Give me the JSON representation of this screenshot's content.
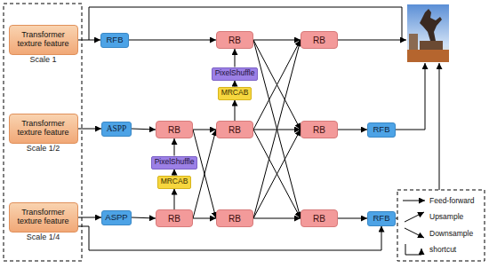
{
  "diagram": {
    "nodes": [
      {
        "text": [
          "Transformer texture feature",
          "Scale 1"
        ]
      },
      {
        "text": [
          "RFB"
        ]
      },
      {
        "text": [
          "RB"
        ]
      },
      {
        "text": [
          "RB"
        ]
      },
      {
        "text": [
          "PixelShuffle"
        ]
      },
      {
        "text": [
          "MRCAB"
        ]
      },
      {
        "text": [
          "Transformer texture feature",
          "Scale 1/2"
        ]
      },
      {
        "text": [
          "ASPP"
        ]
      },
      {
        "text": [
          "RB"
        ]
      },
      {
        "text": [
          "RB"
        ]
      },
      {
        "text": [
          "RB"
        ]
      },
      {
        "text": [
          "RFB"
        ]
      },
      {
        "text": [
          "PixelShuffle"
        ]
      },
      {
        "text": [
          "MRCAB"
        ]
      },
      {
        "text": [
          "Transformer texture feature",
          "Scale 1/4"
        ]
      },
      {
        "text": [
          "ASPP"
        ]
      },
      {
        "text": [
          "RB"
        ]
      },
      {
        "text": [
          "RB"
        ]
      },
      {
        "text": [
          "RB"
        ]
      },
      {
        "text": [
          "RFB"
        ]
      }
    ],
    "edges": [
      {
        "from": 0,
        "to": 1,
        "arrow": "to"
      },
      {
        "from": 1,
        "to": 2,
        "arrow": "to"
      },
      {
        "from": 2,
        "to": 3,
        "arrow": "to"
      },
      {
        "from": 2,
        "to": 10,
        "arrow": "to"
      },
      {
        "from": 2,
        "to": 18,
        "arrow": "to"
      },
      {
        "from": 5,
        "to": 4,
        "arrow": "to"
      },
      {
        "from": 4,
        "to": 2,
        "arrow": "to"
      },
      {
        "from": 6,
        "to": 7,
        "arrow": "to"
      },
      {
        "from": 7,
        "to": 8,
        "arrow": "to"
      },
      {
        "from": 8,
        "to": 9,
        "arrow": "to"
      },
      {
        "from": 8,
        "to": 17,
        "arrow": "to"
      },
      {
        "from": 9,
        "to": 5,
        "arrow": "to"
      },
      {
        "from": 9,
        "to": 3,
        "arrow": "to"
      },
      {
        "from": 9,
        "to": 10,
        "arrow": "to"
      },
      {
        "from": 9,
        "to": 18,
        "arrow": "to"
      },
      {
        "from": 10,
        "to": 11,
        "arrow": "to"
      },
      {
        "from": 13,
        "to": 12,
        "arrow": "to"
      },
      {
        "from": 12,
        "to": 8,
        "arrow": "to"
      },
      {
        "from": 14,
        "to": 15,
        "arrow": "to"
      },
      {
        "from": 14,
        "to": 19,
        "arrow": "to"
      },
      {
        "from": 15,
        "to": 16,
        "arrow": "to"
      },
      {
        "from": 16,
        "to": 13,
        "arrow": "to"
      },
      {
        "from": 16,
        "to": 9,
        "arrow": "to"
      },
      {
        "from": 16,
        "to": 17,
        "arrow": "to"
      },
      {
        "from": 17,
        "to": 3,
        "arrow": "to"
      },
      {
        "from": 17,
        "to": 10,
        "arrow": "to"
      },
      {
        "from": 17,
        "to": 18,
        "arrow": "to"
      },
      {
        "from": 18,
        "to": 19,
        "arrow": "to"
      }
    ],
    "legend": [
      {
        "text": "Feed-forward"
      },
      {
        "text": "Upsample"
      },
      {
        "text": "Downsample"
      },
      {
        "text": "shortcut"
      }
    ]
  }
}
